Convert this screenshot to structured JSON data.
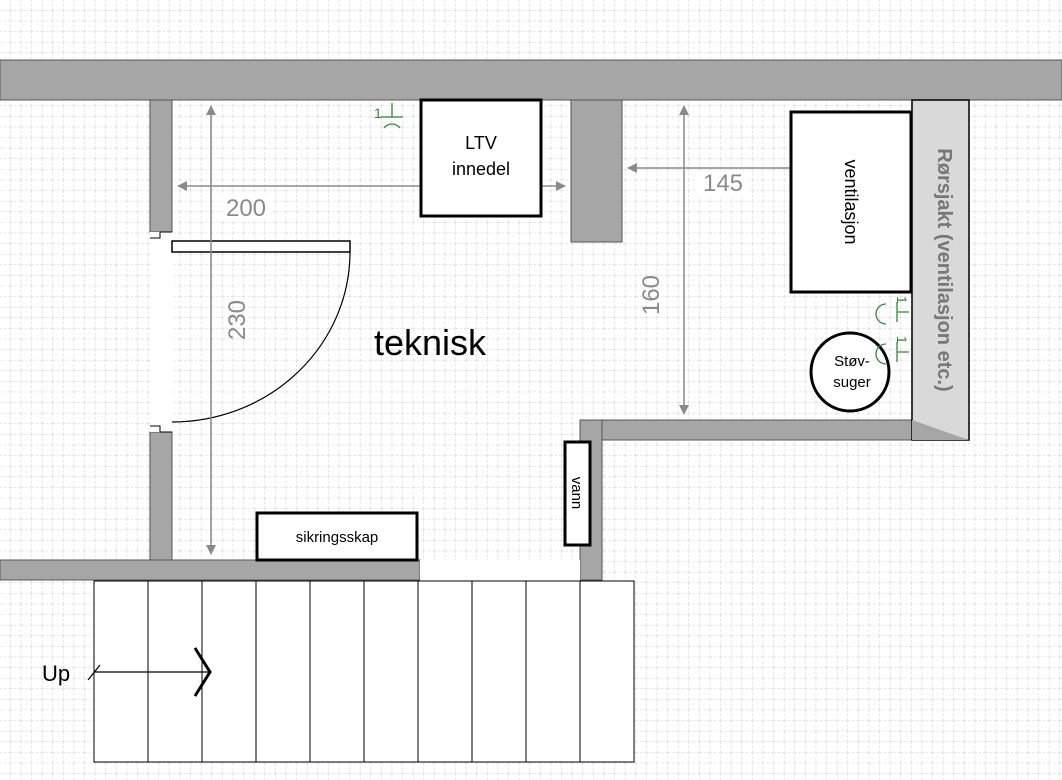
{
  "room_label": "teknisk",
  "items": {
    "ltv": [
      "LTV",
      "innedel"
    ],
    "ventilasjon": "ventilasjon",
    "rorsjakt": "Rørsjakt (ventilasjon etc.)",
    "stovsuger": [
      "Støv-",
      "suger"
    ],
    "vann": "vann",
    "sikringsskap": "sikringsskap"
  },
  "dimensions": {
    "width_left": "200",
    "height_left": "230",
    "width_right": "145",
    "height_right": "160"
  },
  "stairs": {
    "label": "Up",
    "steps": 10
  },
  "outlet_label": "1",
  "colors": {
    "wall": "#a6a6a6",
    "shaft": "#d9d9d9",
    "dimension": "#8a8a8a",
    "outlet": "#2e8b2e"
  }
}
